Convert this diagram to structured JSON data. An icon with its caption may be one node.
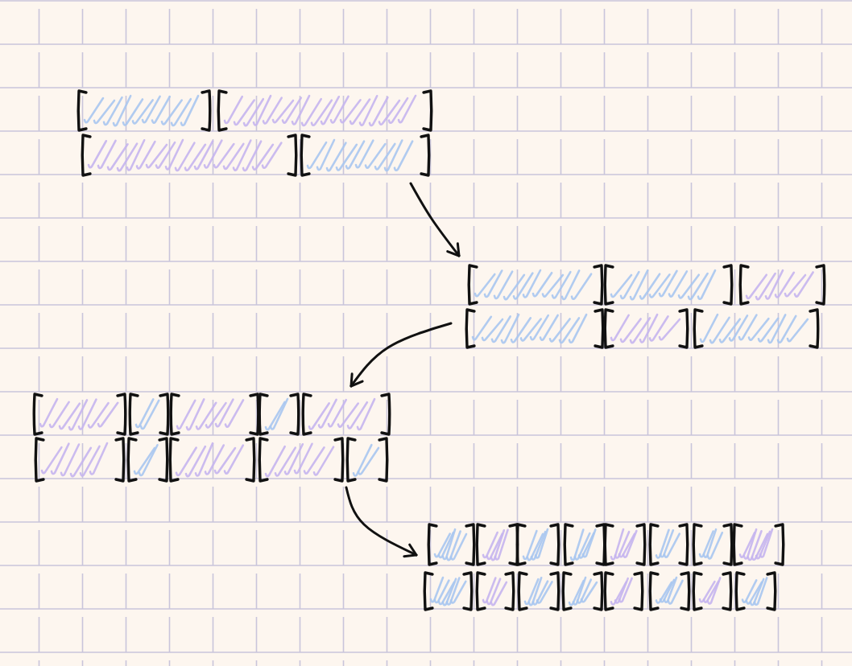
{
  "diagram": {
    "nodes": [
      {
        "text": [],
        "shape": "bar"
      },
      {
        "text": [],
        "shape": "bar"
      },
      {
        "text": [],
        "shape": "bar"
      },
      {
        "text": [],
        "shape": "bar"
      }
    ],
    "edges": [
      {
        "from": 0,
        "to": 1,
        "arrow": "to"
      },
      {
        "from": 1,
        "to": 2,
        "arrow": "to"
      },
      {
        "from": 2,
        "to": 3,
        "arrow": "to"
      }
    ]
  }
}
